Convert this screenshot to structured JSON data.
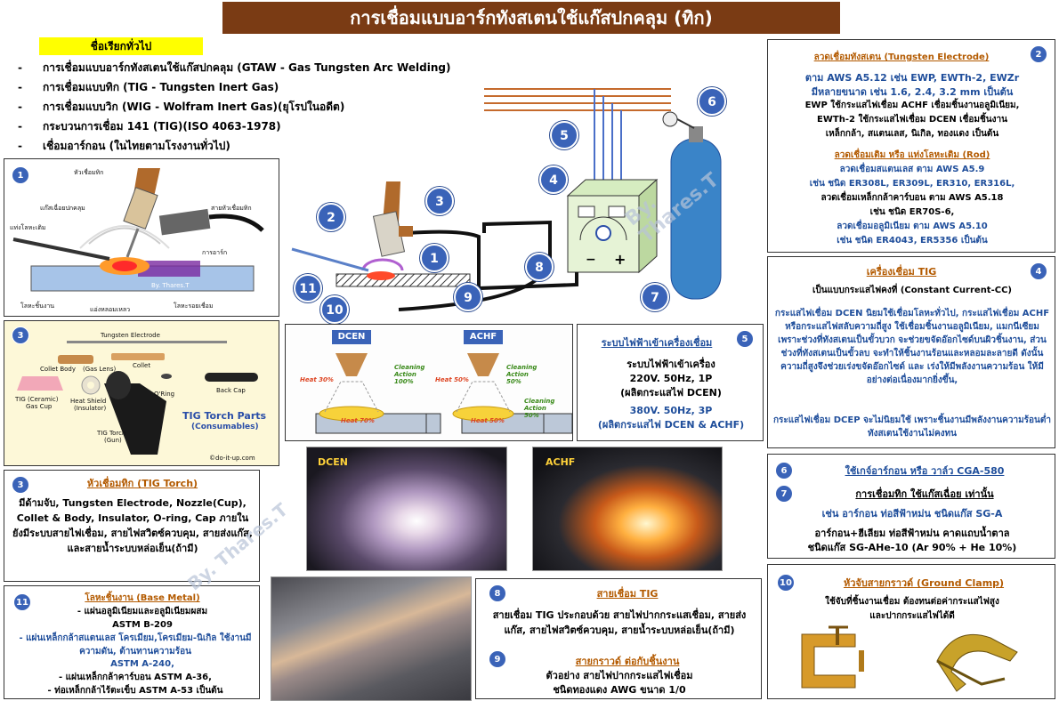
{
  "title": "การเชื่อมแบบอาร์กทังสเตนใช้แก๊สปกคลุม (ทิก)",
  "common_names_label": "ชื่อเรียกทั่วไป",
  "common_names": [
    "การเชื่อมแบบอาร์กทังสเตนใช้แก๊สปกคลุม (GTAW - Gas Tungsten Arc Welding)",
    "การเชื่อมแบบทิก (TIG - Tungsten Inert Gas)",
    "การเชื่อมแบบวิก (WIG - Wolfram Inert Gas)(ยุโรปในอดีต)",
    "กระบวนการเชื่อม 141 (TIG)(ISO 4063-1978)",
    "เชื่อมอาร์กอน (ในไทยตามโรงงานทั่วไป)"
  ],
  "fig1": {
    "num": "1",
    "labels": [
      "หัวเชื่อมทิก",
      "แก๊สเฉื่อยปกคลุม",
      "แท่งโลหะเติม",
      "สายหัวเชื่อมทิก",
      "การอาร์ก",
      "By. Thares.T",
      "โลหะชิ้นงาน",
      "แอ่งหลอมเหลว",
      "โลหะรอยเชื่อม"
    ]
  },
  "fig3": {
    "num": "3",
    "labels": [
      "Tungsten Electrode",
      "Collet Body",
      "(Gas Lens)",
      "Collet",
      "TIG (Ceramic)",
      "Gas Cup",
      "Heat Shield",
      "(Insulator)",
      "O'Ring",
      "Back Cap",
      "TIG Torch",
      "(Gun)",
      "©do-it-up.com"
    ],
    "title1": "TIG Torch Parts",
    "title2": "(Consumables)"
  },
  "torch_box": {
    "num": "3",
    "heading": "หัวเชื่อมทิก (TIG Torch)",
    "body": "มีด้ามจับ, Tungsten Electrode, Nozzle(Cup), Collet & Body, Insulator, O-ring, Cap ภายในยังมีระบบสายไฟเชื่อม, สายไฟสวิตซ์ควบคุม, สายส่งแก๊ส, และสายน้ำระบบหล่อเย็น(ถ้ามี)"
  },
  "base_box": {
    "num": "11",
    "heading": "โลหะชิ้นงาน (Base Metal)",
    "lines": [
      {
        "t": "- แผ่นอลูมิเนียมและอลูมิเนียมผสม",
        "c": "bk"
      },
      {
        "t": "ASTM B-209",
        "c": "bk"
      },
      {
        "t": "- แผ่นเหล็กกล้าสแตนเลส โครเมียม,โครเมียม-นิเกิล ใช้งานมีความดัน, ต้านทานความร้อน",
        "c": "bl"
      },
      {
        "t": "ASTM A-240,",
        "c": "bl"
      },
      {
        "t": "- แผ่นเหล็กกล้าคาร์บอน ASTM A-36,",
        "c": "bk"
      },
      {
        "t": "- ท่อเหล็กกล้าไร้ตะเข็บ ASTM A-53 เป็นต้น",
        "c": "bk"
      }
    ]
  },
  "diagram": {
    "nums": [
      "1",
      "2",
      "3",
      "4",
      "5",
      "6",
      "7",
      "8",
      "9",
      "10",
      "11"
    ],
    "watermark": "By. Thares.T",
    "minus": "−",
    "plus": "+"
  },
  "polarity": {
    "dcen": "DCEN",
    "achf": "ACHF",
    "heat30": "Heat 30%",
    "cleaning100": "Cleaning Action 100%",
    "heat70": "Heat 70%",
    "heat50a": "Heat 50%",
    "cleaning50a": "Cleaning Action 50%",
    "cleaning50b": "Cleaning Action 50%",
    "heat50b": "Heat 50%"
  },
  "power_box": {
    "num": "5",
    "heading": "ระบบไฟฟ้าเข้าเครื่องเชื่อม",
    "l1": "ระบบไฟฟ้าเข้าเครื่อง",
    "l2": "220V. 50Hz, 1P",
    "l3": "(ผลิตกระแสไฟ DCEN)",
    "l4": "380V. 50Hz, 3P",
    "l5": "(ผลิตกระแสไฟ DCEN & ACHF)"
  },
  "photos": {
    "dcen": "DCEN",
    "achf": "ACHF"
  },
  "cable_box": {
    "num8": "8",
    "heading8": "สายเชื่อม TIG",
    "body8": "สายเชื่อม TIG ประกอบด้วย สายไฟปากกระแสเชื่อม, สายส่งแก๊ส, สายไฟสวิตซ์ควบคุม, สายน้ำระบบหล่อเย็น(ถ้ามี)",
    "num9": "9",
    "heading9": "สายกราวด์ ต่อกับชิ้นงาน",
    "body9a": "ตัวอย่าง สายไฟปากกระแสไฟเชื่อม",
    "body9b": "ชนิดทองแดง  AWG ขนาด 1/0"
  },
  "electrode_box": {
    "num": "2",
    "heading": "ลวดเชื่อมทังสเตน (Tungsten Electrode)",
    "l1": "ตาม AWS A5.12  เช่น EWP, EWTh-2, EWZr",
    "l2": "มีหลายขนาด เช่น 1.6, 2.4, 3.2 mm เป็นต้น",
    "l3": "EWP ใช้กระแสไฟเชื่อม ACHF เชื่อมชิ้นงานอลูมิเนียม,",
    "l4": "EWTh-2 ใช้กระแสไฟเชื่อม DCEN เชื่อมชิ้นงาน",
    "l5": "เหล็กกล้า, สแตนเลส, นิเกิล, ทองแดง เป็นต้น",
    "heading2": "ลวดเชื่อมเติม หรือ แท่งโลหะเติม (Rod)",
    "m1": "ลวดเชื่อมสแตนเลส ตาม AWS A5.9",
    "m2": "เช่น ชนิด ER308L, ER309L, ER310, ER316L,",
    "m3": "ลวดเชื่อมเหล็กกล้าคาร์บอน ตาม AWS A5.18",
    "m4": "เช่น ชนิด ER70S-6,",
    "m5": "ลวดเชื่อมอลูมิเนียม ตาม AWS A5.10",
    "m6": "เช่น ชนิด ER4043, ER5356  เป็นต้น"
  },
  "machine_box": {
    "num": "4",
    "heading": "เครื่องเชื่อม TIG",
    "l1": "เป็นแบบกระแสไฟคงที่ (Constant Current-CC)",
    "blue": "กระแสไฟเชื่อม DCEN นิยมใช้เชื่อมโลหะทั่วไป, กระแสไฟเชื่อม ACHF หรือกระแสไฟสลับความถี่สูง ใช้เชื่อมชิ้นงานอลูมิเนียม, แมกนีเซียม เพราะช่วงที่ทังสเตนเป็นขั้วบวก จะช่วยขจัดอ๊อกไซด์บนผิวชิ้นงาน, ส่วนช่วงที่ทังสเตนเป็นขั้วลบ จะทำให้ชิ้นงานร้อนและหลอมละลายดี ดังนั้นความถี่สูงจึงช่วยเร่งขจัดอ๊อกไซด์ และ เร่งให้มีพลังงานความร้อน ให้มีอย่างต่อเนื่องมากยิ่งขึ้น,",
    "tail": "กระแสไฟเชื่อม DCEP จะไม่นิยมใช้ เพราะชิ้นงานมีพลังงานความร้อนต่ำ  ทังสเตนใช้งานไม่คงทน"
  },
  "gas_box": {
    "num6": "6",
    "heading6": "ใช้เกจ์อาร์กอน หรือ วาล์ว CGA-580",
    "num7": "7",
    "heading7": "การเชื่อมทิก ใช้แก๊สเฉื่อย เท่านั้น",
    "l1": "เช่น อาร์กอน ท่อสีฟ้าหม่น ชนิดแก๊ส SG-A",
    "l2": "อาร์กอน+ฮีเลียม ท่อสีฟ้าหม่น คาดแถบน้ำตาล",
    "l3": "ชนิดแก๊ส SG-AHe-10 (Ar 90% + He 10%)"
  },
  "clamp_box": {
    "num": "10",
    "heading": "หัวจับสายกราวด์ (Ground Clamp)",
    "l1": "ใช้จับที่ชิ้นงานเชื่อม ต้องทนต่อค่ากระแสไฟสูง",
    "l2": "และปากกระแสไฟได้ดี"
  },
  "watermark_left": "By. Thares.T"
}
